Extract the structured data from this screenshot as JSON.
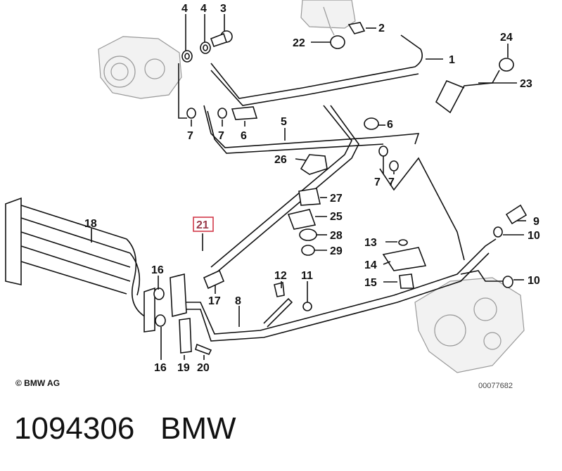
{
  "labels": {
    "n1": "1",
    "n2": "2",
    "n3": "3",
    "n4a": "4",
    "n4b": "4",
    "n5": "5",
    "n6a": "6",
    "n6b": "6",
    "n7a": "7",
    "n7b": "7",
    "n7c": "7",
    "n7d": "7",
    "n8": "8",
    "n9": "9",
    "n10a": "10",
    "n10b": "10",
    "n11": "11",
    "n12": "12",
    "n13": "13",
    "n14": "14",
    "n15": "15",
    "n16a": "16",
    "n16b": "16",
    "n17": "17",
    "n18": "18",
    "n19": "19",
    "n20": "20",
    "n21": "21",
    "n22": "22",
    "n23": "23",
    "n24": "24",
    "n25": "25",
    "n26": "26",
    "n27": "27",
    "n28": "28",
    "n29": "29"
  },
  "highlight_color": "#d23a4a",
  "footer": {
    "copyright": "© BMW AG",
    "drawing_code": "00077682"
  },
  "caption": {
    "part_number": "1094306",
    "brand": "BMW"
  }
}
